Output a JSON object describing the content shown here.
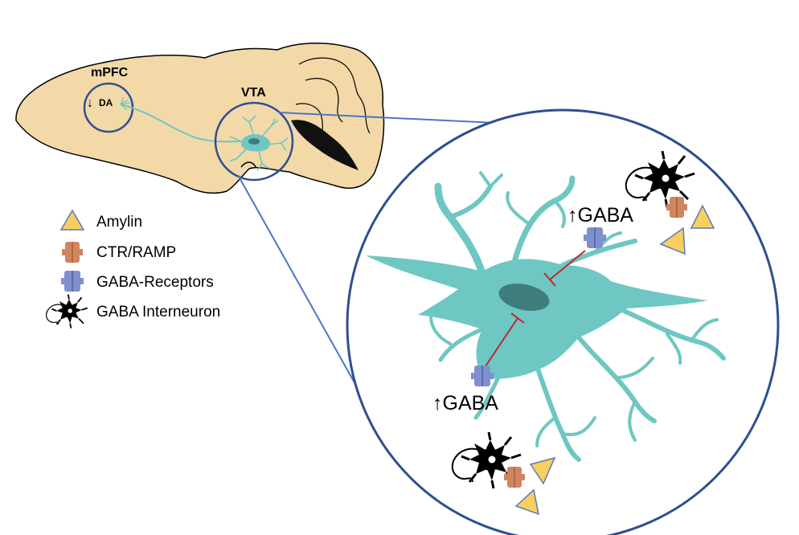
{
  "brain": {
    "region_mpfc": "mPFC",
    "region_vta": "VTA",
    "da_arrow": "↓",
    "da_label": "DA"
  },
  "inset": {
    "gaba_label_top": "↑GABA",
    "gaba_label_bottom": "↑GABA"
  },
  "legend": {
    "items": [
      {
        "icon": "amylin-triangle-icon",
        "label": "Amylin"
      },
      {
        "icon": "ctr-ramp-receptor-icon",
        "label": "CTR/RAMP"
      },
      {
        "icon": "gaba-receptor-icon",
        "label": "GABA-Receptors"
      },
      {
        "icon": "gaba-interneuron-icon",
        "label": "GABA Interneuron"
      }
    ]
  },
  "colors": {
    "brain_fill": "#f3d9a8",
    "outline_blue": "#2e4f8f",
    "neuron_teal": "#6ec7c3",
    "nucleus": "#3f7d7c",
    "amylin_yellow": "#f7cf5e",
    "ctr_orange": "#cf8660",
    "gaba_receptor_blue": "#7f90cc",
    "inhibition_red": "#c0262c"
  }
}
